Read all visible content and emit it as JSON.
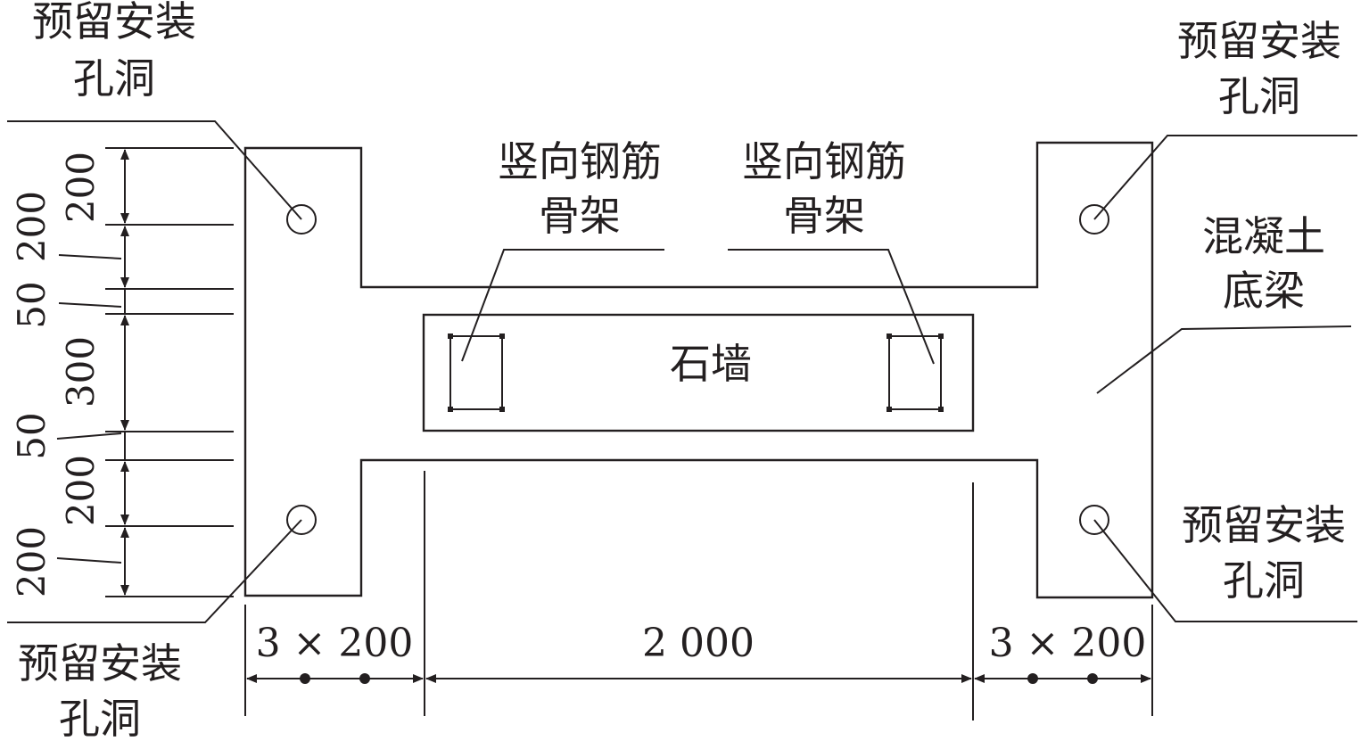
{
  "labels": {
    "hole_top_left": [
      "预留安装",
      "孔洞"
    ],
    "hole_top_right": [
      "预留安装",
      "孔洞"
    ],
    "hole_bottom_left": [
      "预留安装",
      "孔洞"
    ],
    "hole_bottom_right": [
      "预留安装",
      "孔洞"
    ],
    "rebar_left": [
      "竖向钢筋",
      "骨架"
    ],
    "rebar_right": [
      "竖向钢筋",
      "骨架"
    ],
    "concrete_beam": [
      "混凝土",
      "底梁"
    ],
    "stone_wall": "石墙"
  },
  "dimensions": {
    "left_vertical": [
      "200",
      "200",
      "50",
      "300",
      "50",
      "200",
      "200"
    ],
    "bottom": [
      "3 × 200",
      "2 000",
      "3 × 200"
    ]
  }
}
